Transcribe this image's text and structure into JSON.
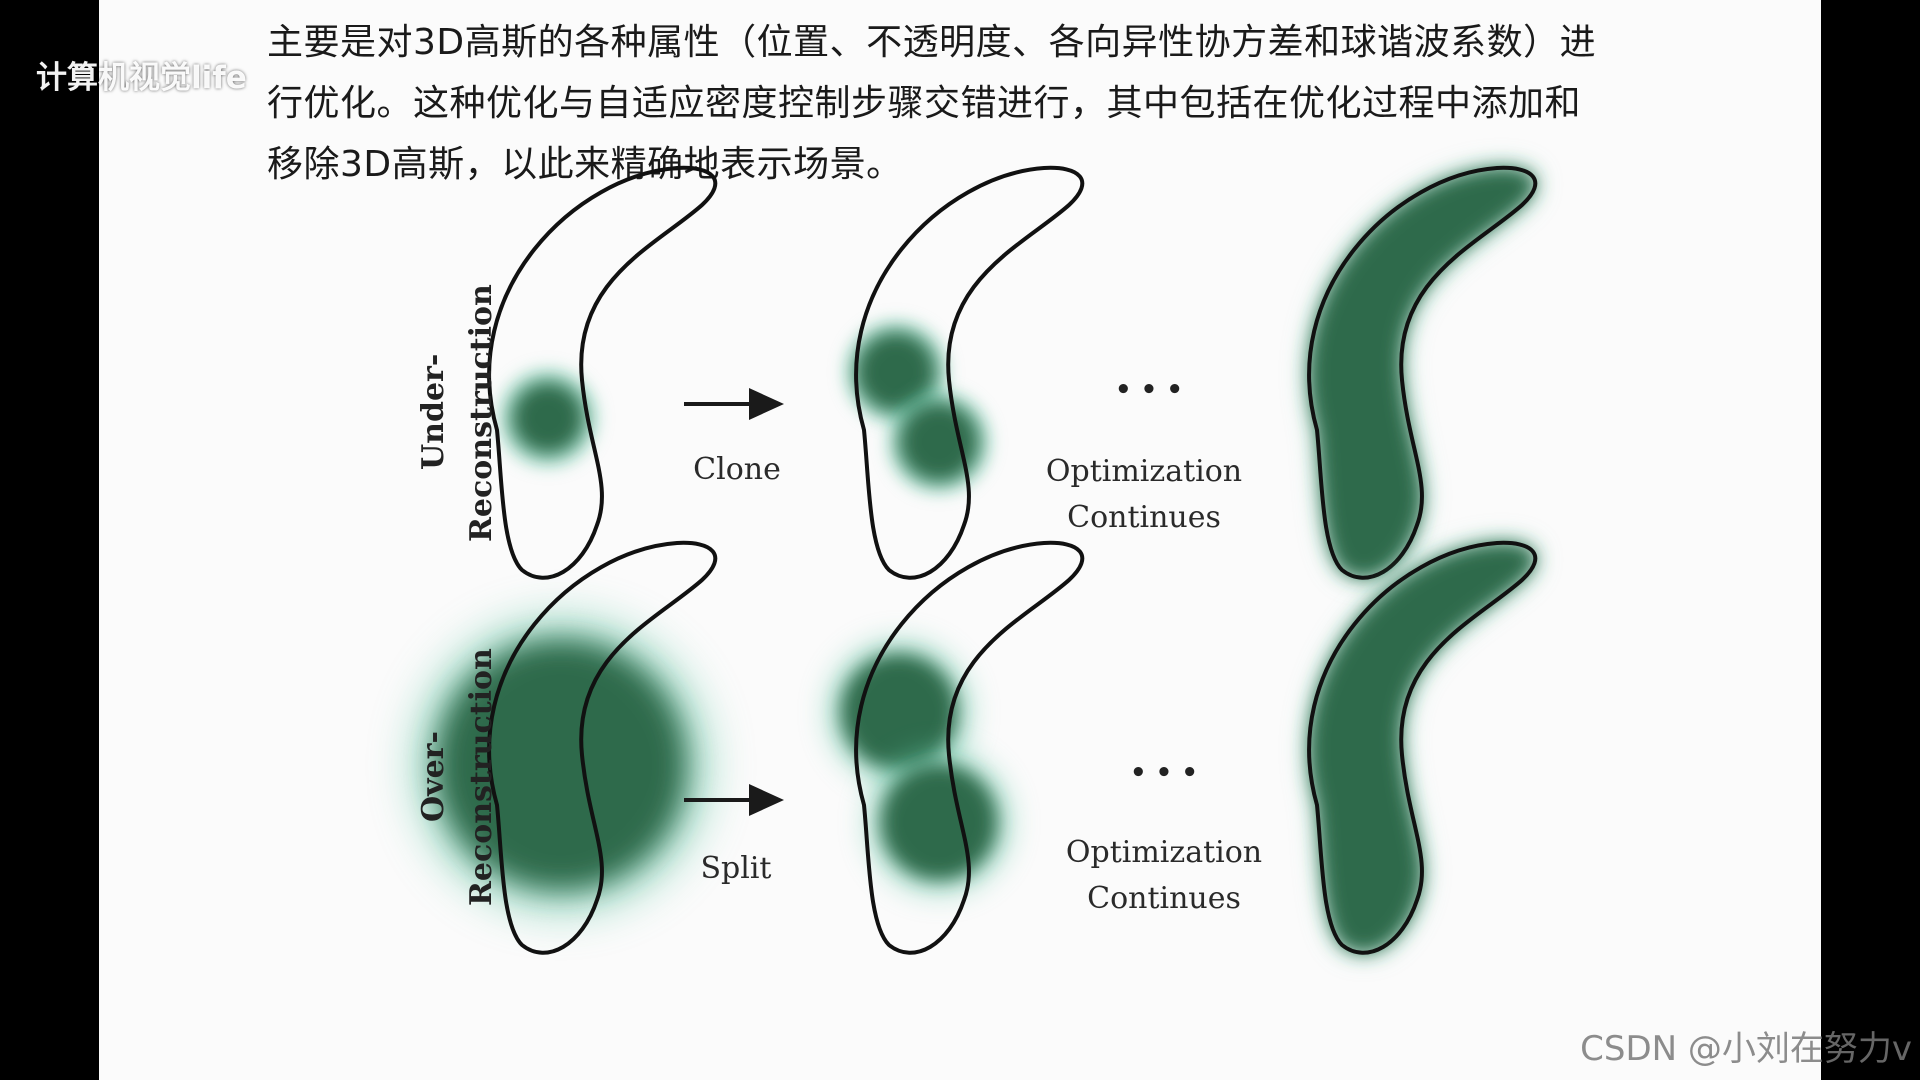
{
  "paragraph": {
    "line1": "主要是对3D高斯的各种属性（位置、不透明度、各向异性协方差和球谐波系数）进",
    "line2": "行优化。这种优化与自适应密度控制步骤交错进行，其中包括在优化过程中添加和",
    "line3": "移除3D高斯，以此来精确地表示场景。"
  },
  "diagram": {
    "row_top_label_1": "Under-",
    "row_top_label_2": "Reconstruction",
    "row_bottom_label_1": "Over-",
    "row_bottom_label_2": "Reconstruction",
    "clone_label": "Clone",
    "split_label": "Split",
    "ellipsis": "• • •",
    "opt_line1": "Optimization",
    "opt_line2": "Continues",
    "gaussian_color": "#2e6b4c",
    "glow_color": "#5fc4a3"
  },
  "watermark": {
    "left": "计算机视觉life",
    "right": "CSDN @小刘在努力v"
  }
}
